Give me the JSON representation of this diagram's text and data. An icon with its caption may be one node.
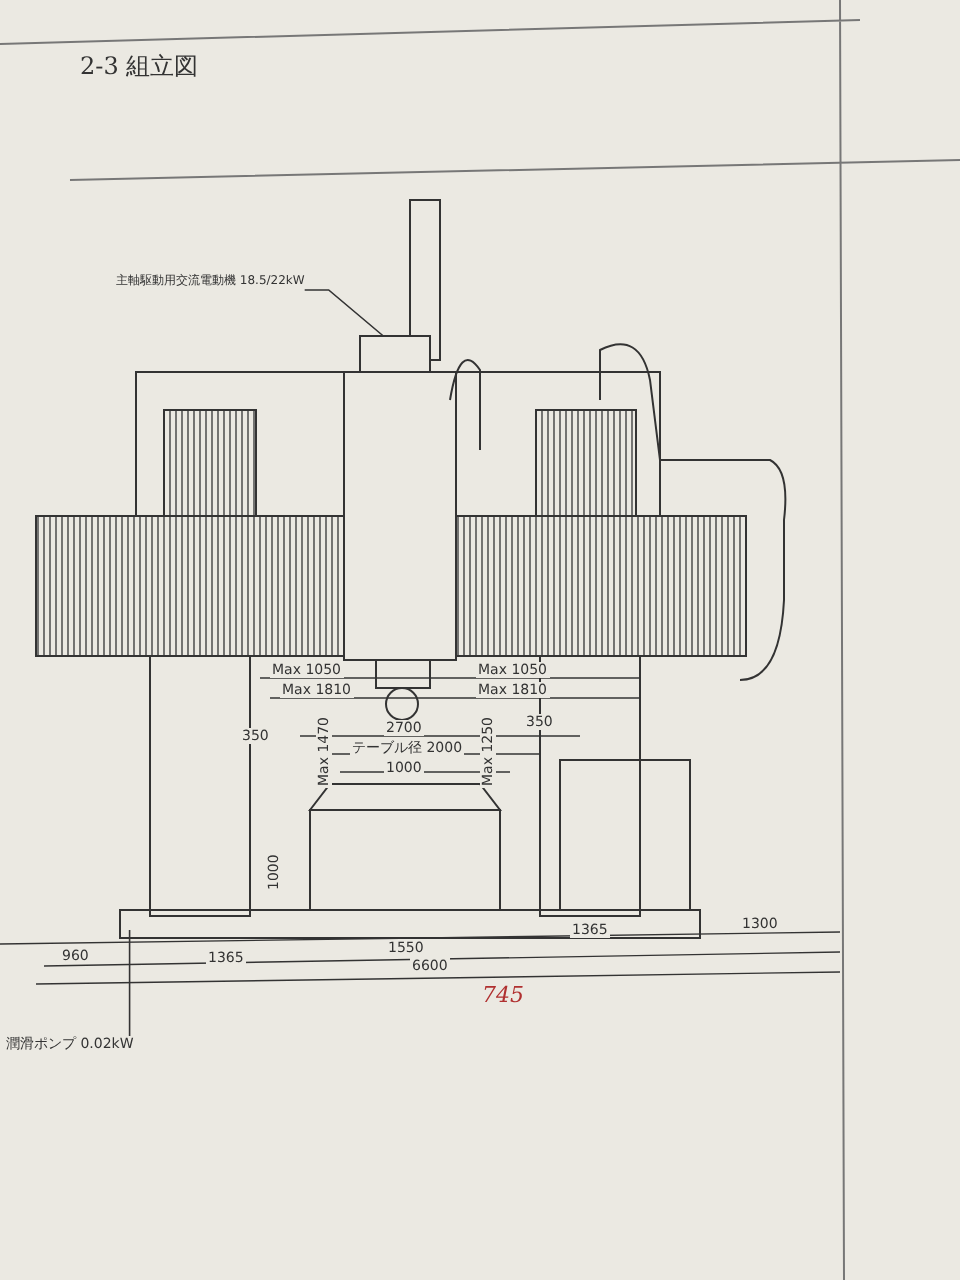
{
  "diagram": {
    "title": "2-3 組立図",
    "nodes": [
      {
        "text": [
          "主軸駆動用交流電動機 18.5/22kW"
        ]
      },
      {
        "text": [],
        "shape": "box"
      },
      {
        "text": [
          "潤滑ポンプ 0.02kW"
        ]
      }
    ],
    "edges": [
      {
        "from": 0,
        "to": 1,
        "arrow": "none"
      },
      {
        "from": 2,
        "to": null,
        "arrow": "none"
      }
    ],
    "labels": [
      "Max 1050",
      "Max 1810",
      "Max 1050",
      "Max 1810",
      "Max 1470",
      "Max 1250",
      "2700",
      "350",
      "テーブル径 2000",
      "350",
      "1000",
      "1000",
      "960",
      "1365",
      "1550",
      "1365",
      "1300",
      "6600",
      "745"
    ]
  }
}
